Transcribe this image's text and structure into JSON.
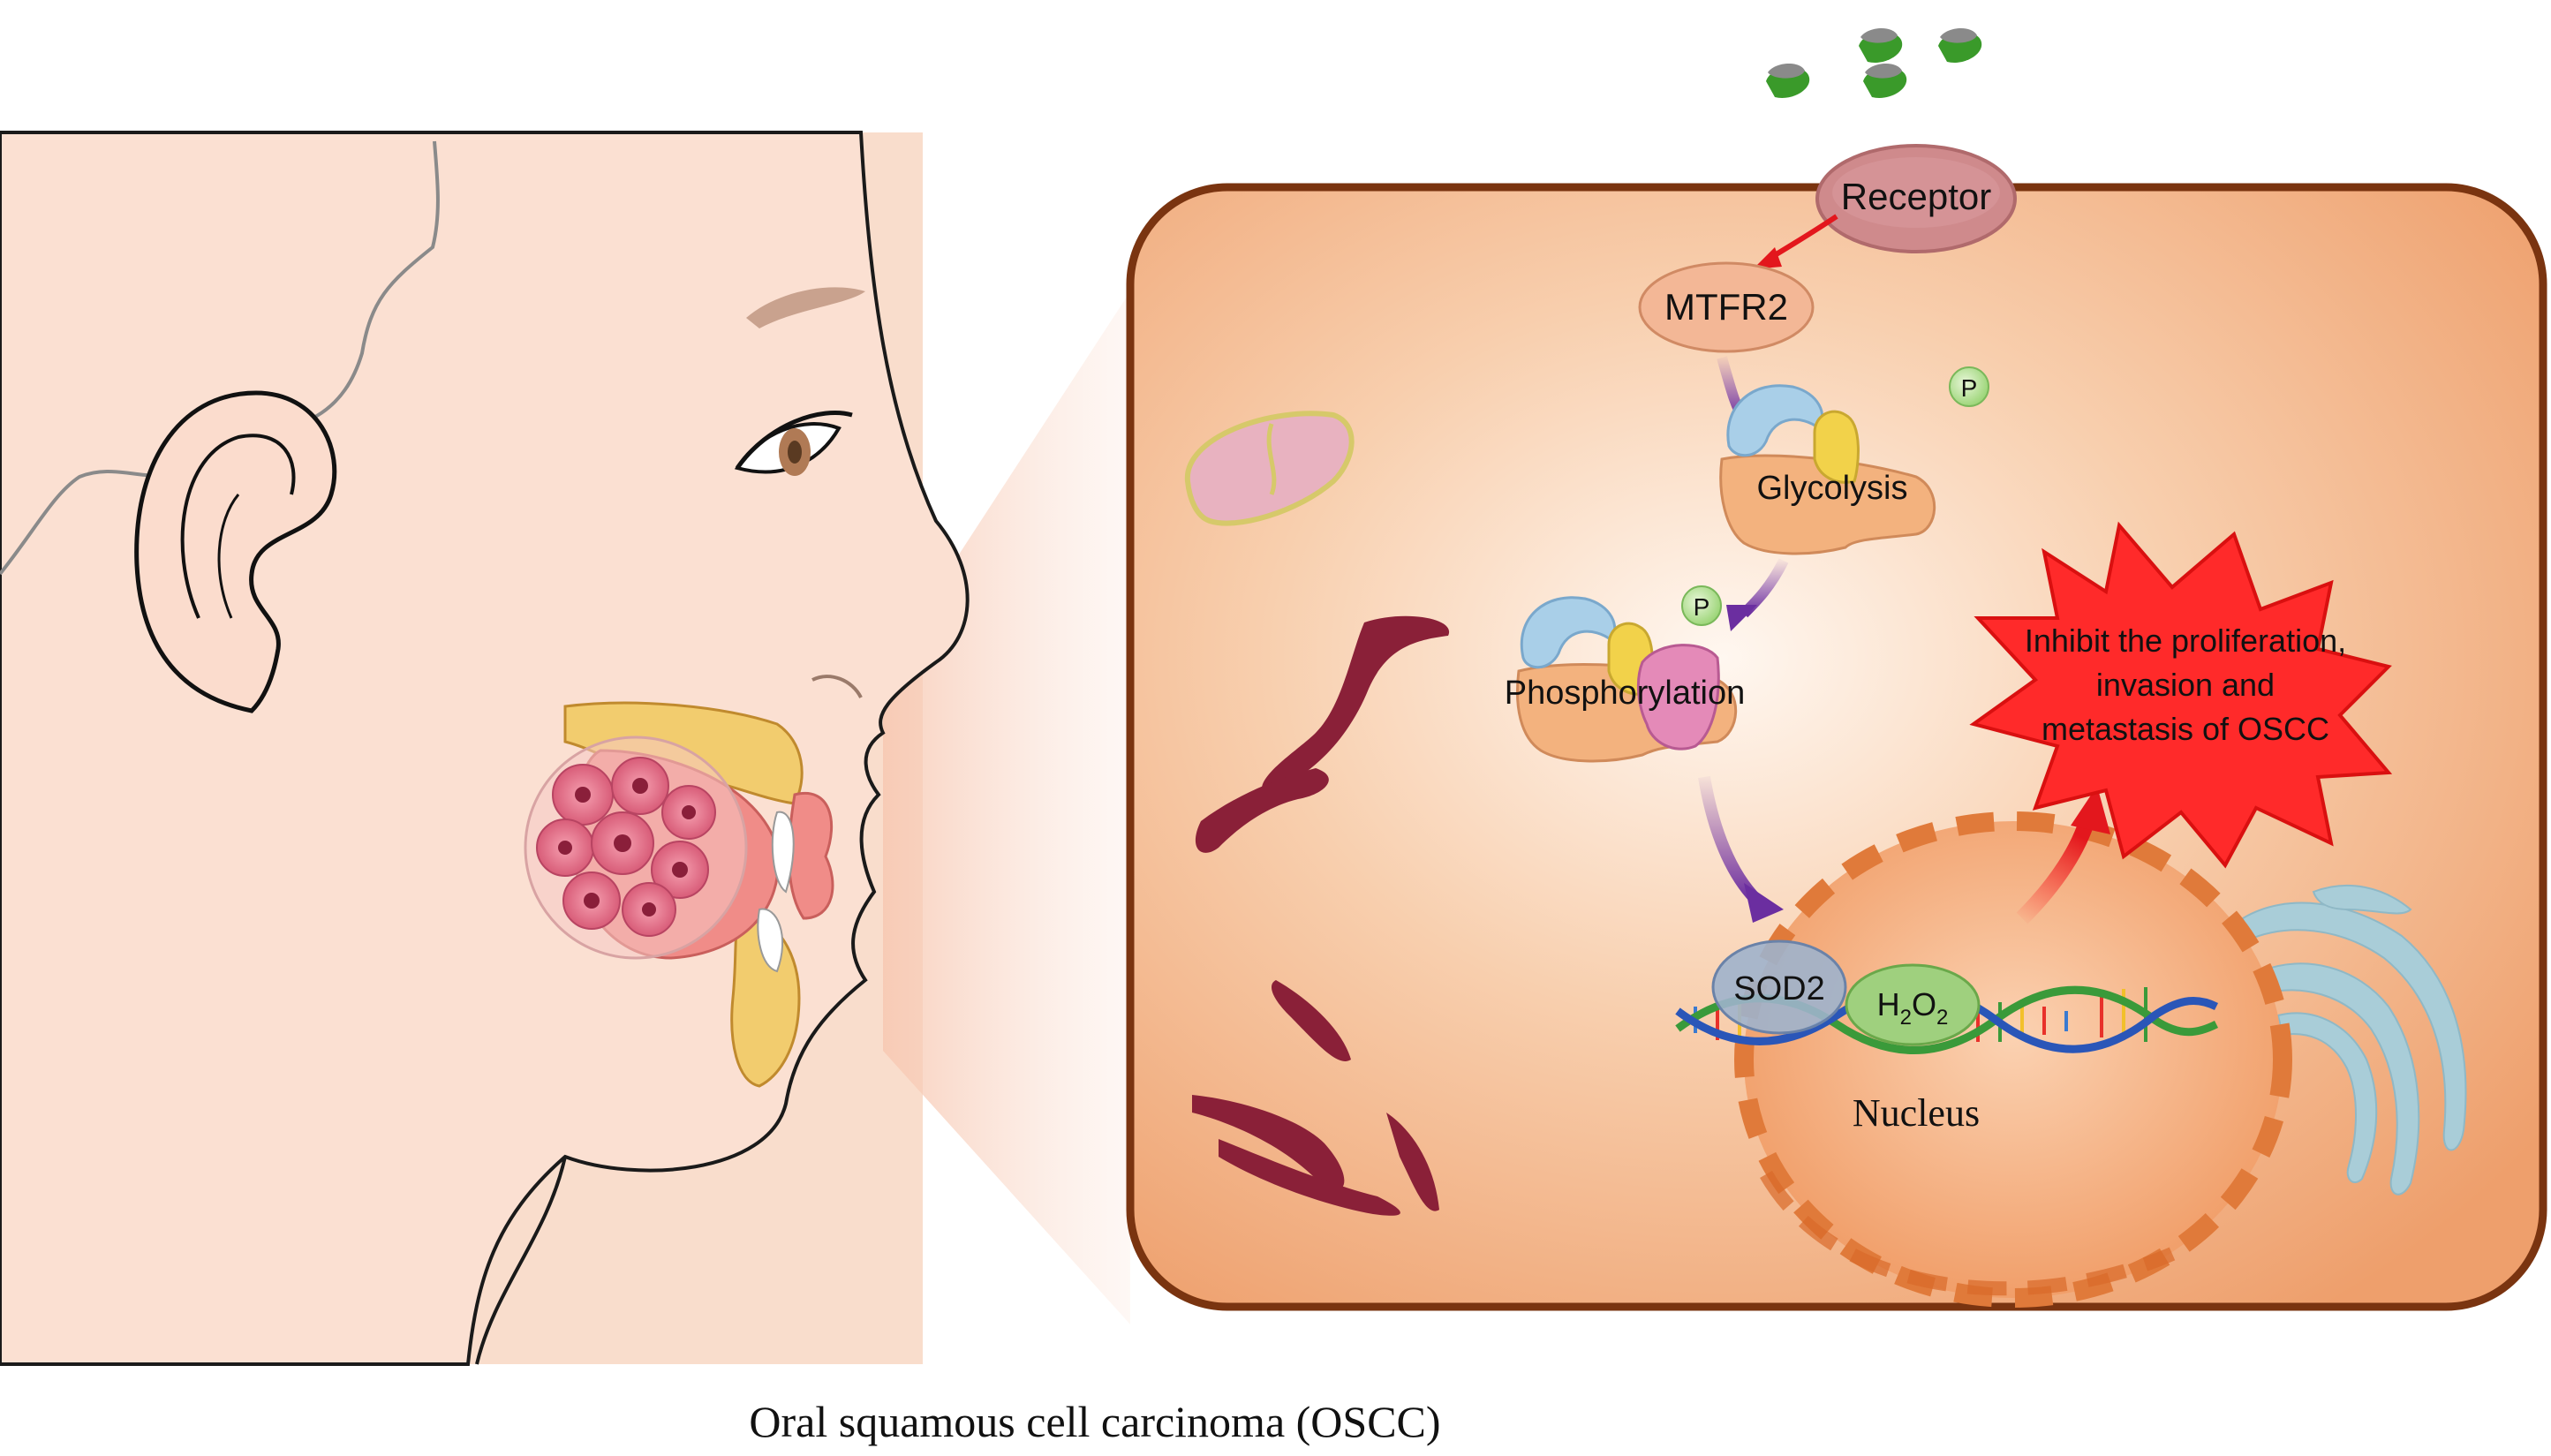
{
  "caption": "Oral squamous cell carcinoma (OSCC)",
  "labels": {
    "receptor": "Receptor",
    "mtfr2": "MTFR2",
    "glycolysis": "Glycolysis",
    "phosphorylation": "Phosphorylation",
    "phospho_p1": "P",
    "phospho_p2": "P",
    "sod2": "SOD2",
    "h2o2_h": "H",
    "h2o2_sub1": "2",
    "h2o2_o": "O",
    "h2o2_sub2": "2",
    "nucleus": "Nucleus",
    "outcome_line1": "Inhibit the proliferation,",
    "outcome_line2": "invasion and",
    "outcome_line3": "metastasis of OSCC"
  },
  "colors": {
    "cell_fill": "#f0a574",
    "cell_border": "#7a3410",
    "skin": "#f9d9c8",
    "receptor": "#cf8a8c",
    "burst": "#ff2a2a",
    "nucleus": "#f2a06a",
    "arrow_purple": "#7a3aa8",
    "arrow_red": "#e3171d"
  }
}
